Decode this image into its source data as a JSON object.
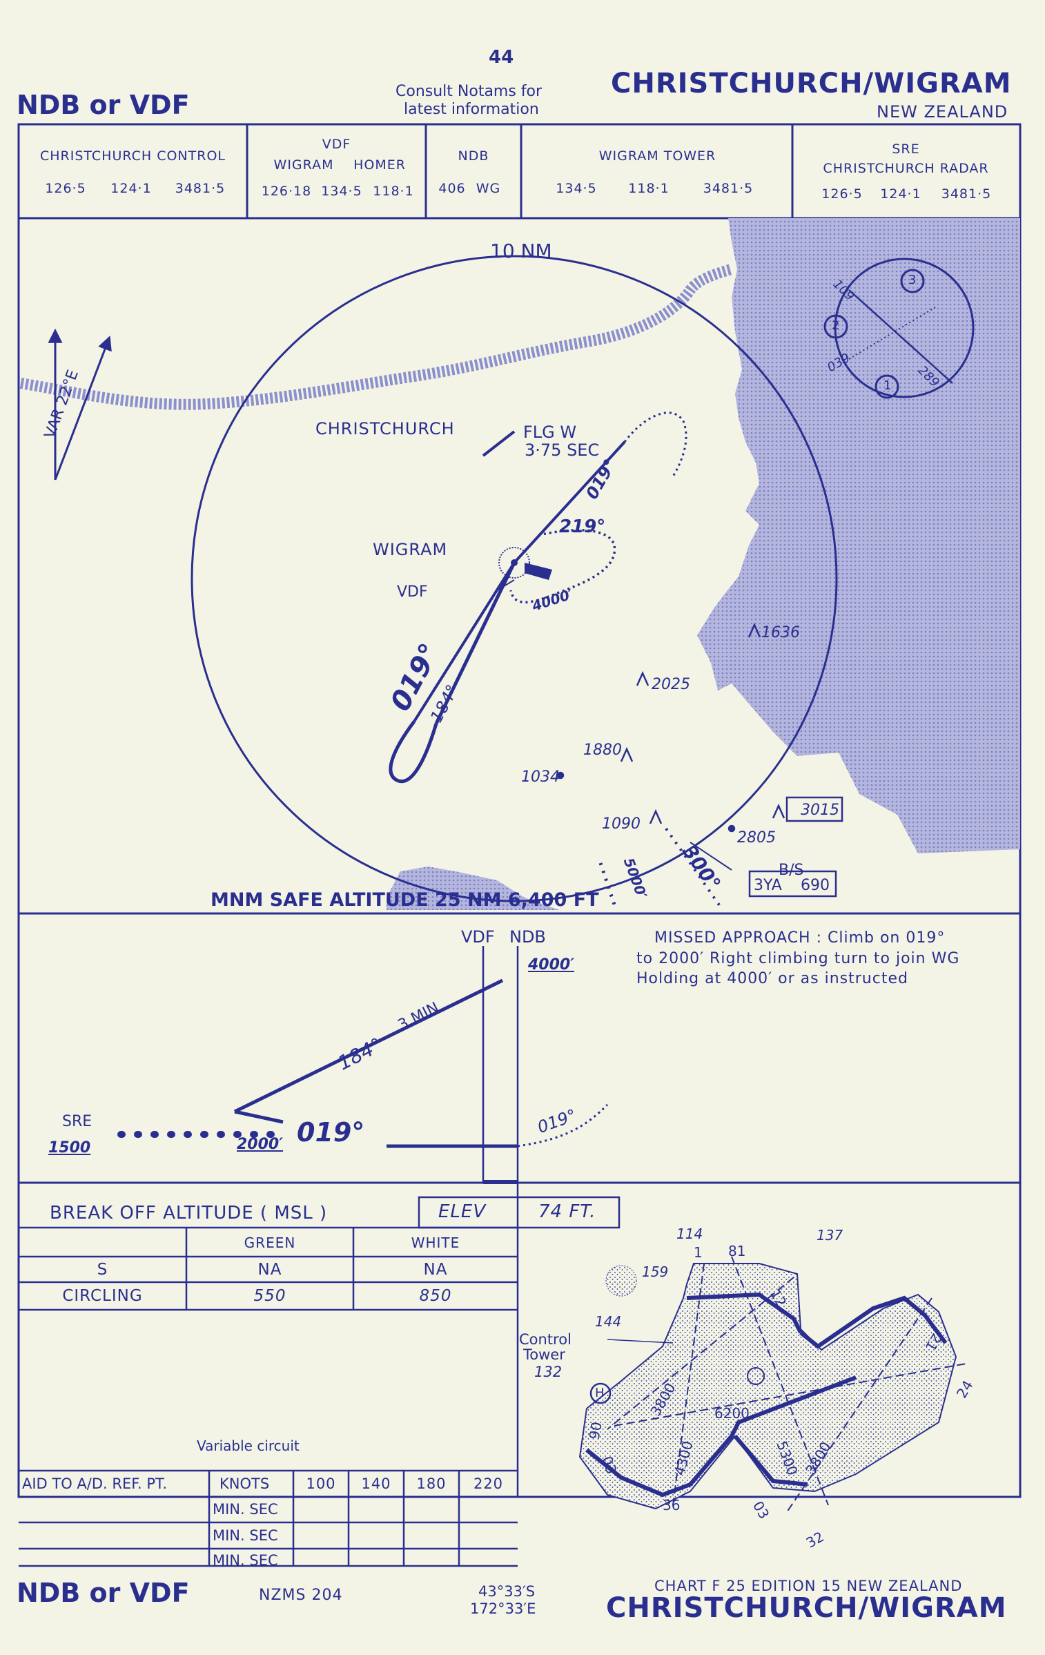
{
  "page_number": "44",
  "notam": [
    "Consult Notams for",
    "latest information"
  ],
  "header": {
    "left_title": "NDB or VDF",
    "right_title": "CHRISTCHURCH/WIGRAM",
    "right_subtitle": "NEW ZEALAND"
  },
  "freq_box": {
    "christchurch_control": {
      "label": "CHRISTCHURCH CONTROL",
      "freqs": [
        "126·5",
        "124·1",
        "3481·5"
      ]
    },
    "vdf": {
      "label": "VDF",
      "sub1": "WIGRAM",
      "sub2": "HOMER",
      "freqs": [
        "126·18",
        "134·5",
        "118·1"
      ]
    },
    "ndb": {
      "label": "NDB",
      "freqs": [
        "406",
        "WG"
      ]
    },
    "tower": {
      "label": "WIGRAM TOWER",
      "freqs": [
        "134·5",
        "118·1",
        "3481·5"
      ]
    },
    "sre": {
      "label": "SRE",
      "sub": "CHRISTCHURCH RADAR",
      "freqs": [
        "126·5",
        "124·1",
        "3481·5"
      ]
    }
  },
  "plan": {
    "range_label": "10 NM",
    "var_label": "VAR 22°E",
    "city": "CHRISTCHURCH",
    "flg": "FLG W",
    "flg_sec": "3·75 SEC",
    "wigram": "WIGRAM",
    "vdf": "VDF",
    "course_019": "019°",
    "course_219": "219°",
    "course_184": "184°",
    "alt_4000": "4000′",
    "course_300": "300°",
    "alt_5000": "5000′",
    "spot_heights": [
      "1636",
      "2025",
      "1880",
      "1034",
      "1090",
      "2805"
    ],
    "max_height": "3015",
    "bs_label": "B/S",
    "bs_station": "3YA",
    "bs_freq": "690",
    "msa": "MNM SAFE ALTITUDE 25 NM 6,400 FT",
    "inset": {
      "c109": "109",
      "c039": "039",
      "c289": "289",
      "n1": "1",
      "n2": "2",
      "n3": "3"
    }
  },
  "profile": {
    "vdf": "VDF",
    "ndb": "NDB",
    "alt_4000": "4000′",
    "three_min": "3 MIN",
    "c184": "184°",
    "c019": "019°",
    "c019_climb": "019°",
    "sre": "SRE",
    "alt_1500": "1500",
    "alt_2000": "2000′",
    "missed": [
      "MISSED APPROACH : Climb on 019°",
      "to 2000′ Right climbing turn to join WG",
      "Holding at 4000′ or as instructed"
    ]
  },
  "minima": {
    "title": "BREAK OFF ALTITUDE ( MSL )",
    "elev_label": "ELEV",
    "elev_value": "74 FT.",
    "col_green": "GREEN",
    "col_white": "WHITE",
    "rows": [
      {
        "label": "S",
        "green": "NA",
        "white": "NA"
      },
      {
        "label": "CIRCLING",
        "green": "550",
        "white": "850"
      }
    ],
    "variable_circuit": "Variable circuit",
    "aid_label": "AID TO A/D. REF. PT.",
    "knots_label": "KNOTS",
    "speeds": [
      "100",
      "140",
      "180",
      "220"
    ],
    "min_sec": [
      "MIN. SEC",
      "MIN. SEC",
      "MIN. SEC"
    ]
  },
  "aerodrome": {
    "tower": [
      "Control",
      "Tower",
      "132"
    ],
    "heights": [
      "114",
      "137",
      "159",
      "144"
    ],
    "rwy_labels": [
      "81",
      "12",
      "21",
      "24",
      "90",
      "03",
      "36",
      "03",
      "32"
    ],
    "lengths": [
      "3800",
      "6200",
      "4300",
      "5300",
      "3800"
    ],
    "heli": "H",
    "marker": "1"
  },
  "footer": {
    "left": "NDB or VDF",
    "nzms": "NZMS 204",
    "lat": "43°33′S",
    "lon": "172°33′E",
    "chart": "CHART F 25  EDITION 15 NEW ZEALAND",
    "right": "CHRISTCHURCH/WIGRAM"
  },
  "colors": {
    "ink": "#2a2f8f",
    "paper": "#f3f4e6",
    "sea": "#9fa2d4"
  }
}
